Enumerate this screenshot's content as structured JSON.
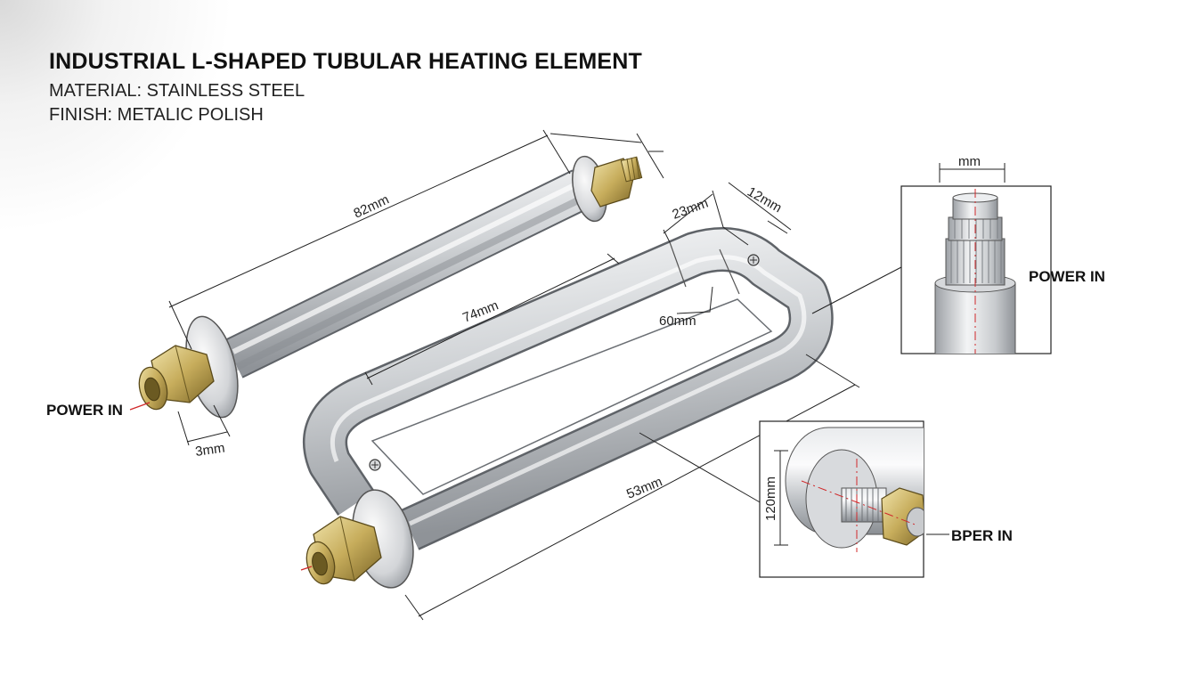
{
  "title": "INDUSTRIAL L-SHAPED TUBULAR HEATING ELEMENT",
  "material": "MATERIAL: STAINLESS STEEL",
  "finish": "FINISH: METALIC POLISH",
  "dimensions": {
    "top_tube_length": "82mm",
    "bend_width": "23mm",
    "bend_depth": "12mm",
    "inner_length": "74mm",
    "bend_radius": "60mm",
    "thread_length": "3mm",
    "bottom_length": "53mm",
    "detail_top": "mm",
    "detail_bottom": "120mm"
  },
  "callouts": {
    "left": "POWER IN",
    "detail_top": "POWER IN",
    "detail_bottom": "BPER IN"
  },
  "colors": {
    "steel_light": "#f4f5f6",
    "steel_mid": "#c5c8cc",
    "steel_dark": "#8e9297",
    "brass_light": "#e6d79a",
    "brass_dark": "#8a7430",
    "leader": "#222222",
    "centerline": "#d0282a"
  }
}
